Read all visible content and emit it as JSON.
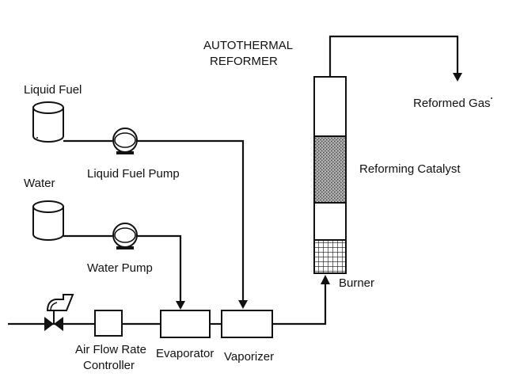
{
  "diagram": {
    "title_line1": "AUTOTHERMAL",
    "title_line2": "REFORMER",
    "reformed_gas": "Reformed Gas",
    "reforming_catalyst": "Reforming Catalyst",
    "burner": "Burner",
    "liquid_fuel": "Liquid Fuel",
    "liquid_fuel_pump": "Liquid Fuel Pump",
    "water": "Water",
    "water_pump": "Water Pump",
    "air_flow_line1": "Air Flow Rate",
    "air_flow_line2": "Controller",
    "evaporator": "Evaporator",
    "vaporizer": "Vaporizer"
  }
}
